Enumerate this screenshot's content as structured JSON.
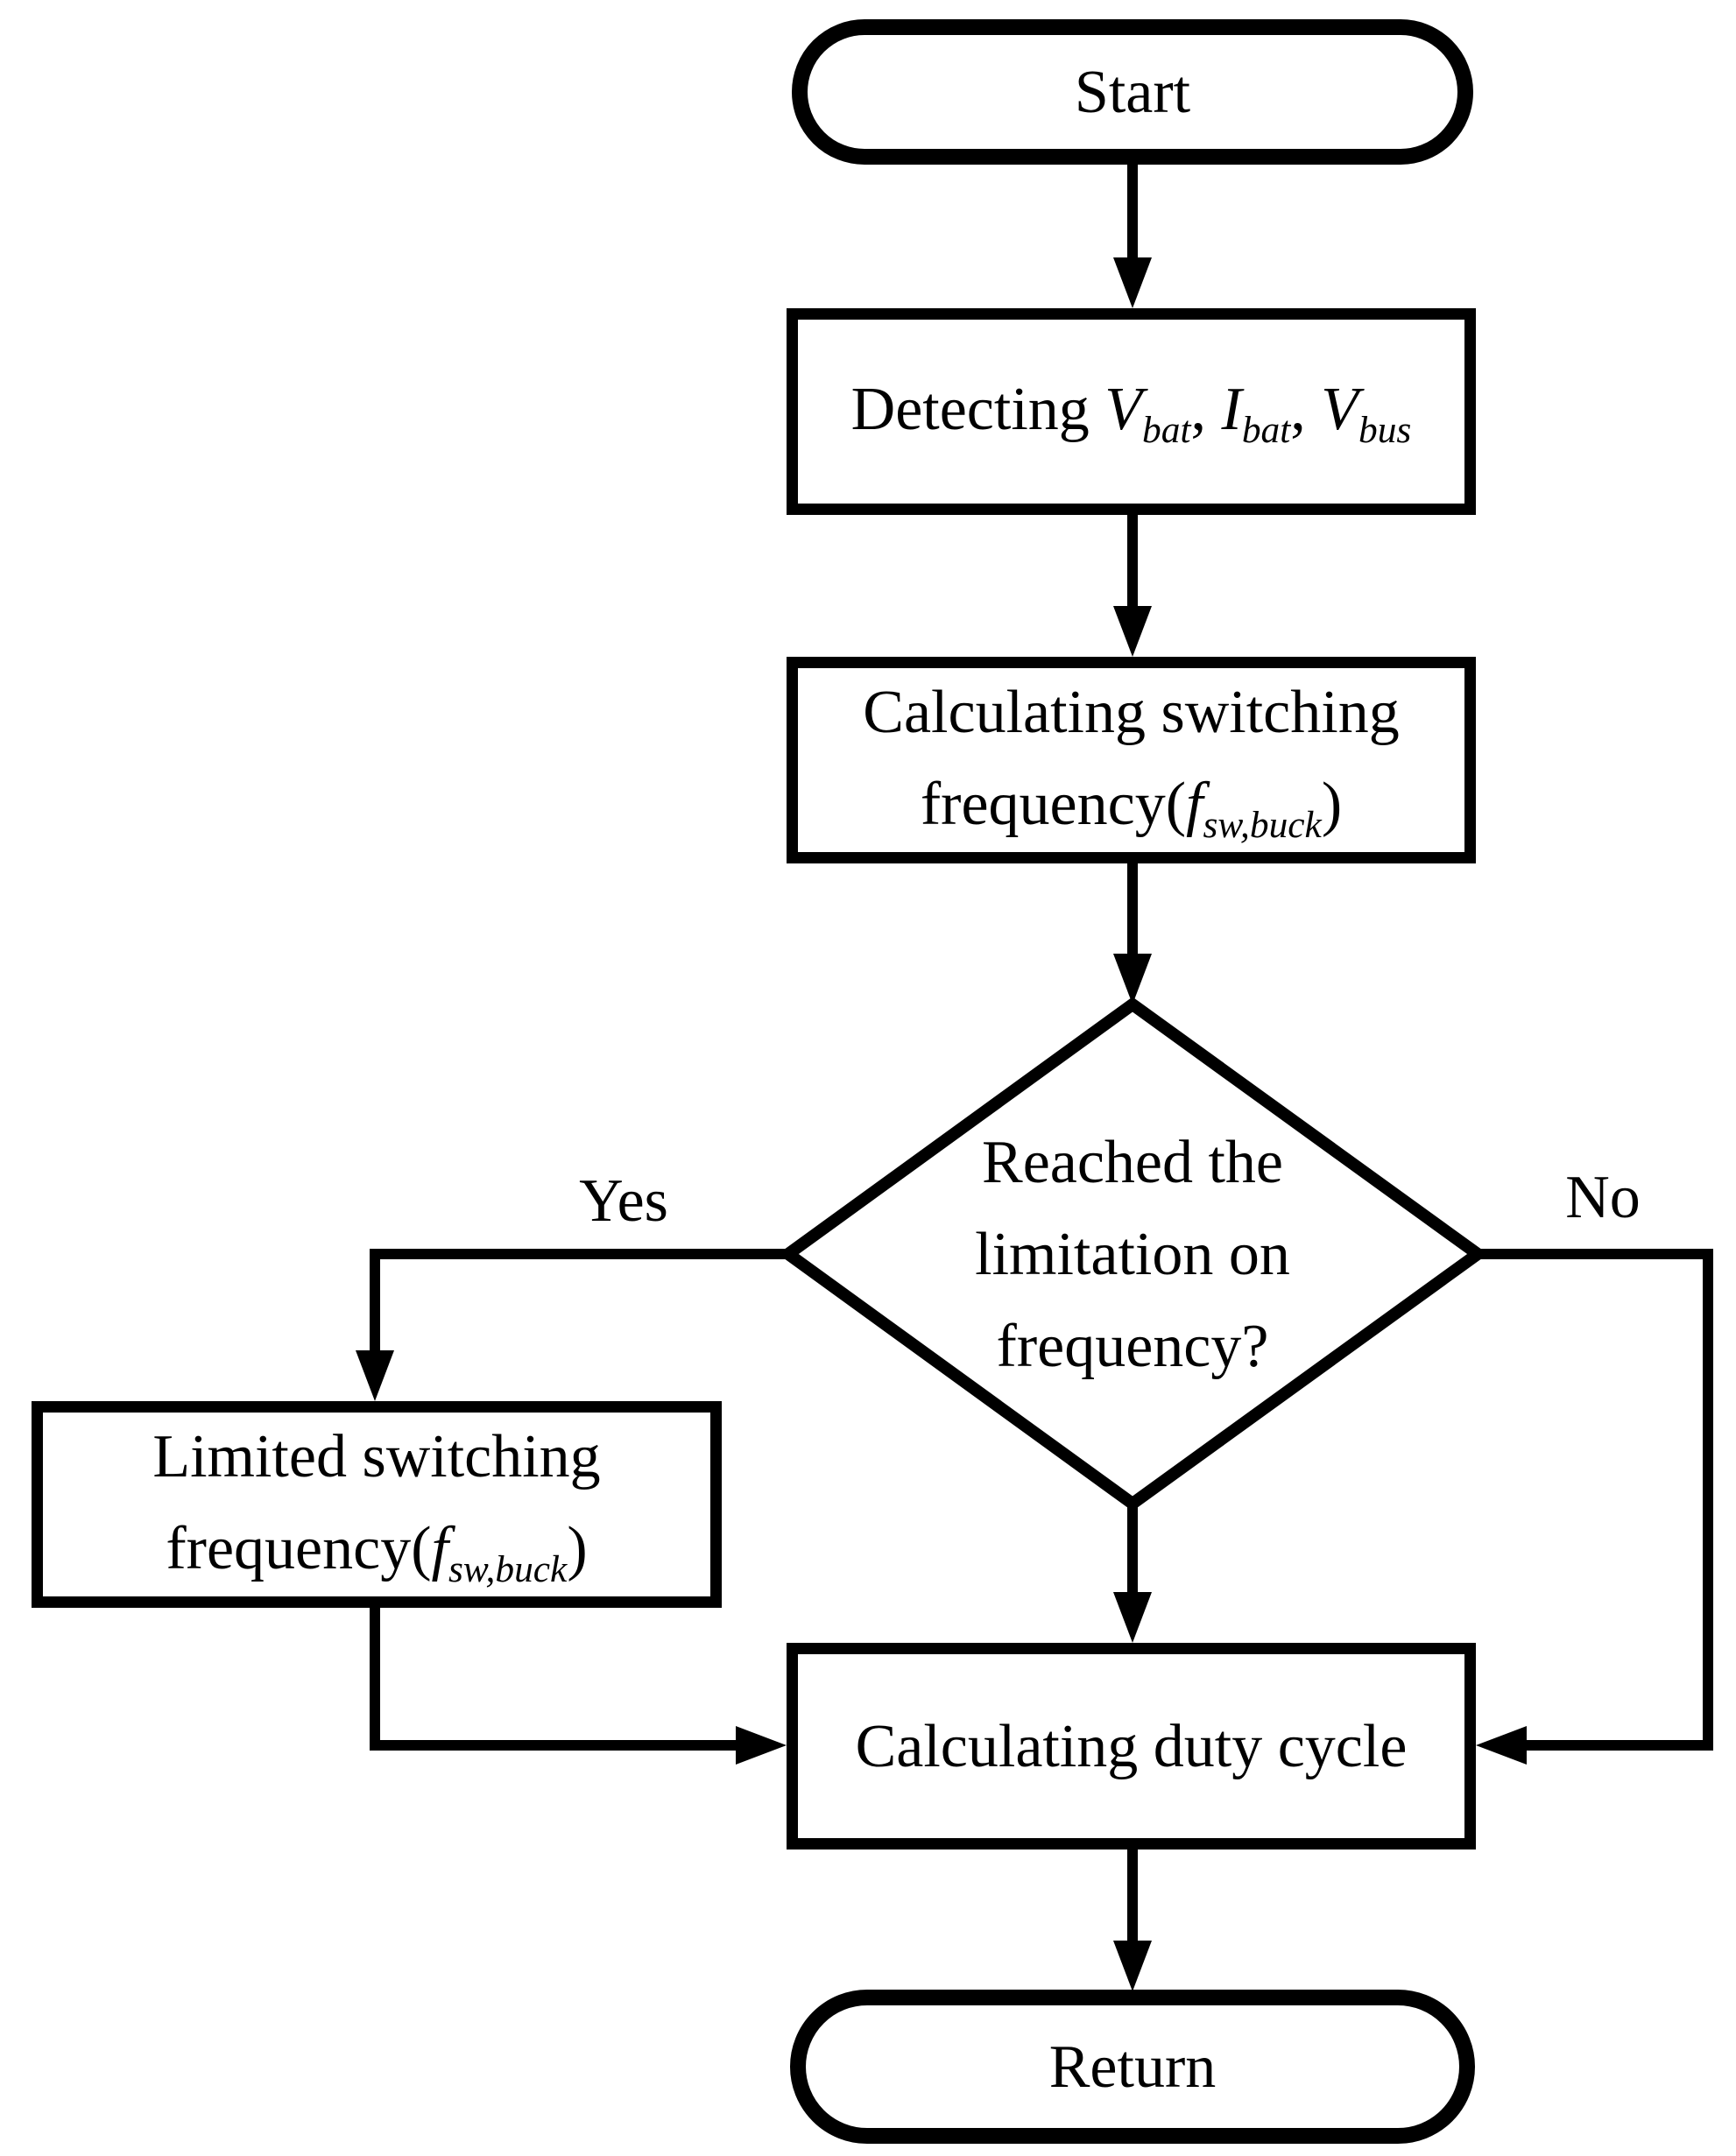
{
  "colors": {
    "ink": "#000000",
    "paper": "#ffffff"
  },
  "nodes": {
    "start": {
      "type": "terminator",
      "lines": [
        [
          {
            "t": "Start",
            "s": "n"
          }
        ]
      ]
    },
    "detect": {
      "type": "process",
      "lines": [
        [
          {
            "t": "Detecting ",
            "s": "n"
          },
          {
            "t": "V",
            "s": "i"
          },
          {
            "t": "bat",
            "s": "sub"
          },
          {
            "t": ", ",
            "s": "n"
          },
          {
            "t": "I",
            "s": "i"
          },
          {
            "t": "bat",
            "s": "sub"
          },
          {
            "t": ", ",
            "s": "n"
          },
          {
            "t": "V",
            "s": "i"
          },
          {
            "t": "bus",
            "s": "sub"
          }
        ]
      ]
    },
    "calc_freq": {
      "type": "process",
      "lines": [
        [
          {
            "t": "Calculating switching",
            "s": "n"
          }
        ],
        [
          {
            "t": "frequency(",
            "s": "n"
          },
          {
            "t": "f",
            "s": "i"
          },
          {
            "t": "sw,buck",
            "s": "sub"
          },
          {
            "t": ")",
            "s": "n"
          }
        ]
      ]
    },
    "decision": {
      "type": "decision",
      "lines": [
        [
          {
            "t": "Reached the",
            "s": "n"
          }
        ],
        [
          {
            "t": "limitation on",
            "s": "n"
          }
        ],
        [
          {
            "t": "frequency?",
            "s": "n"
          }
        ]
      ]
    },
    "limited": {
      "type": "process",
      "lines": [
        [
          {
            "t": "Limited switching",
            "s": "n"
          }
        ],
        [
          {
            "t": "frequency(",
            "s": "n"
          },
          {
            "t": "f",
            "s": "i"
          },
          {
            "t": "sw,buck",
            "s": "sub"
          },
          {
            "t": ")",
            "s": "n"
          }
        ]
      ]
    },
    "duty": {
      "type": "process",
      "lines": [
        [
          {
            "t": "Calculating duty cycle",
            "s": "n"
          }
        ]
      ]
    },
    "return": {
      "type": "terminator",
      "lines": [
        [
          {
            "t": "Return",
            "s": "n"
          }
        ]
      ]
    }
  },
  "edge_labels": {
    "yes": "Yes",
    "no": "No"
  }
}
